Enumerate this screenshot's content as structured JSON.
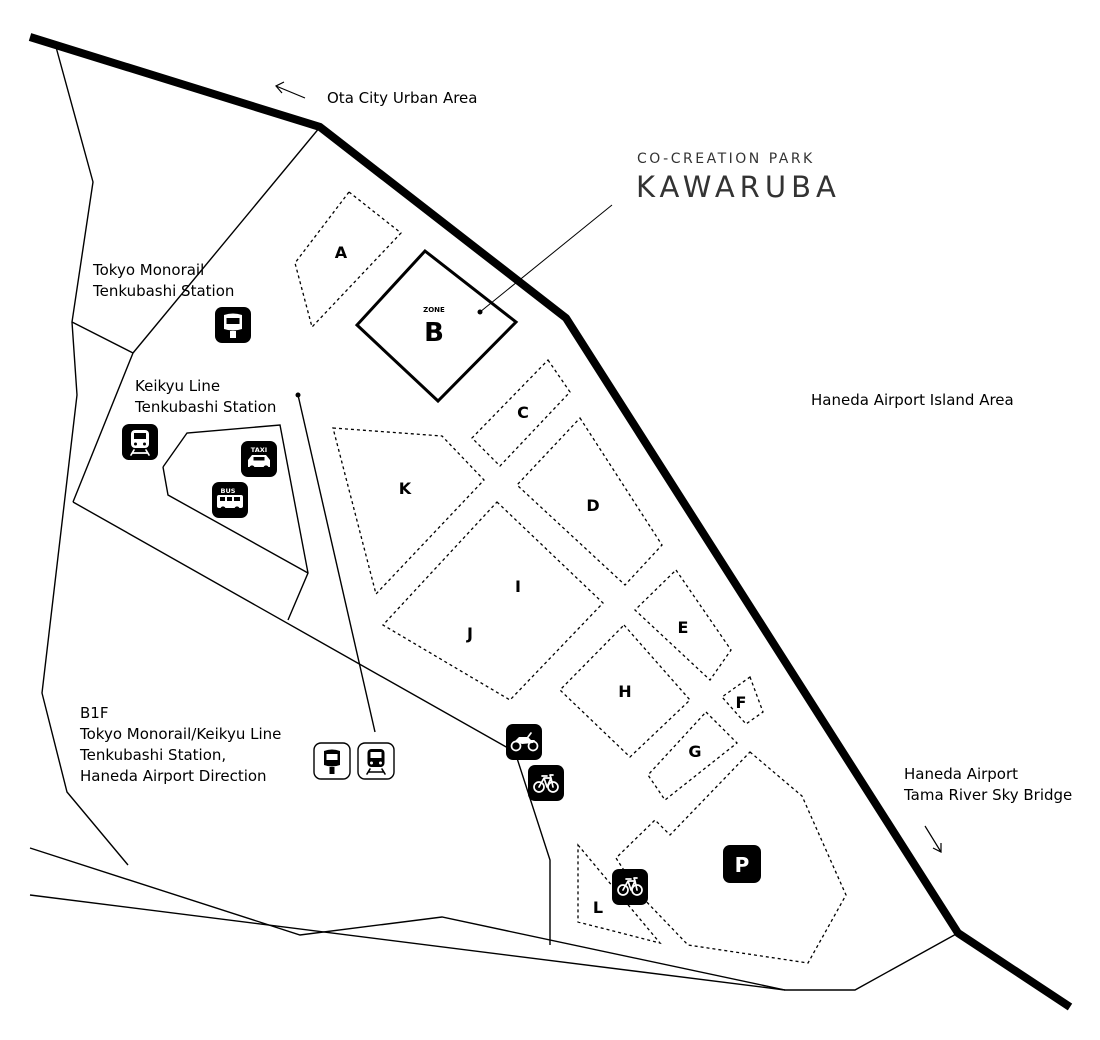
{
  "brand": {
    "subtitle": "CO-CREATION PARK",
    "name": "KAWARUBA"
  },
  "areas": {
    "ota_city": "Ota City Urban Area",
    "haneda_island": "Haneda Airport Island Area",
    "haneda_airport_line1": "Haneda Airport",
    "haneda_airport_line2": "Tama River Sky Bridge"
  },
  "stations": {
    "monorail_line1": "Tokyo Monorail",
    "monorail_line2": "Tenkubashi Station",
    "keikyu_line1": "Keikyu Line",
    "keikyu_line2": "Tenkubashi Station",
    "b1f_line1": "B1F",
    "b1f_line2": "Tokyo Monorail/Keikyu Line",
    "b1f_line3": "Tenkubashi Station,",
    "b1f_line4": "Haneda Airport Direction"
  },
  "zones": {
    "A": "A",
    "B_prefix": "ZONE",
    "B": "B",
    "C": "C",
    "D": "D",
    "E": "E",
    "F": "F",
    "G": "G",
    "H": "H",
    "I": "I",
    "J": "J",
    "K": "K",
    "L": "L"
  },
  "icons": {
    "taxi_text": "TAXI",
    "bus_text": "BUS",
    "parking_text": "P",
    "list": [
      "monorail-icon",
      "train-icon",
      "taxi-icon",
      "bus-icon",
      "motorcycle-icon",
      "bicycle-icon",
      "parking-icon"
    ]
  }
}
